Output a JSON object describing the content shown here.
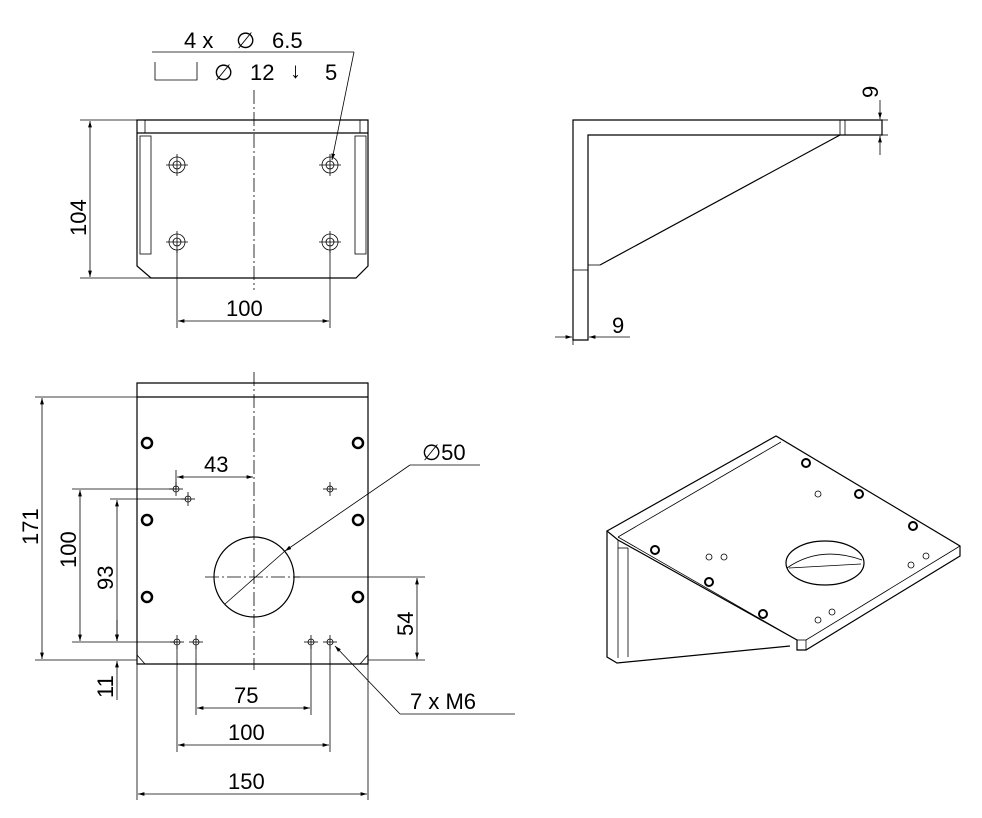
{
  "title": "Wall mounting bracket technical drawing",
  "top_view": {
    "hole_callout_count": "4 x",
    "hole_callout_diameter": "6.5",
    "counterbore_diameter": "12",
    "counterbore_depth": "5",
    "dim_height": "104",
    "dim_hole_spacing": "100",
    "diameter_symbol": "∅",
    "depth_symbol": "↓"
  },
  "side_view": {
    "dim_top_thickness": "9",
    "dim_wall_thickness": "9"
  },
  "front_view": {
    "dim_total_height": "171",
    "dim_hole_height_1": "100",
    "dim_hole_height_2": "93",
    "dim_bottom_offset": "11",
    "dim_hole_offset": "43",
    "bore_diameter": "∅50",
    "dim_bore_height": "54",
    "dim_spacing_75": "75",
    "dim_spacing_100": "100",
    "dim_width": "150",
    "thread_callout": "7 x  M6"
  }
}
